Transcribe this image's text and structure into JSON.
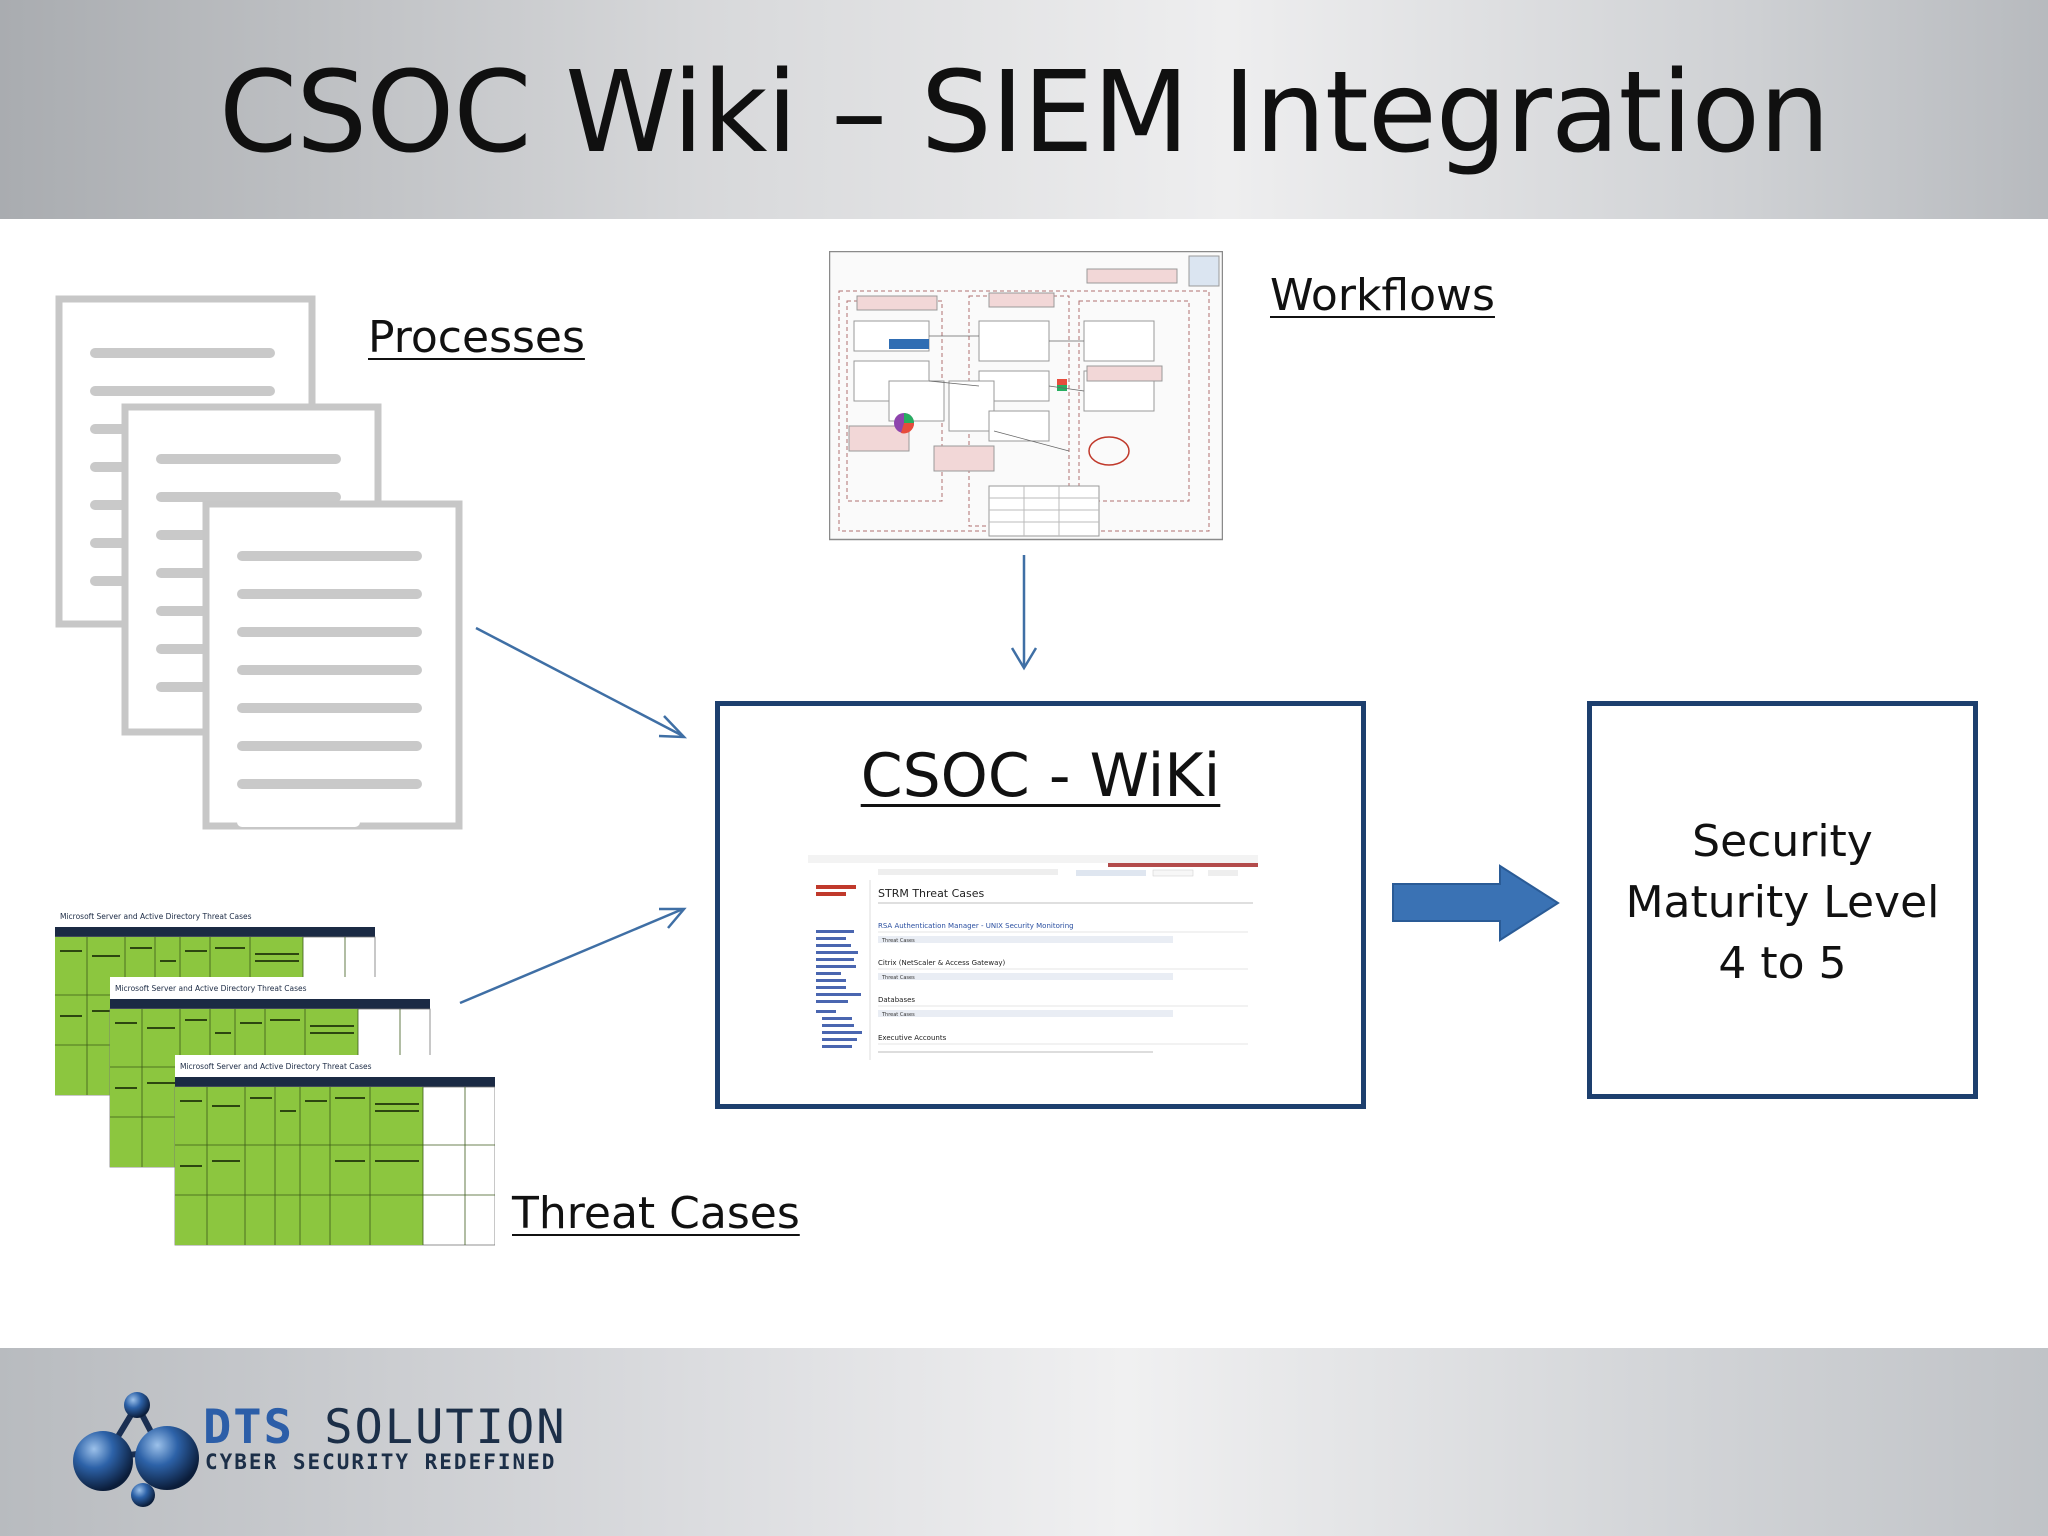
{
  "slide": {
    "title": "CSOC Wiki – SIEM Integration",
    "labels": {
      "processes": "Processes",
      "workflows": "Workflows",
      "threat_cases": "Threat Cases"
    },
    "wiki_box": {
      "title": "CSOC - WiKi",
      "screenshot": {
        "page_heading": "STRM Threat Cases",
        "section1": "RSA Authentication Manager - UNIX Security Monitoring",
        "section2": "Citrix (NetScaler & Access Gateway)",
        "section3": "Databases",
        "section4": "Executive Accounts",
        "row_label": "Threat Cases"
      }
    },
    "maturity_box": {
      "line1": "Security",
      "line2": "Maturity Level",
      "line3": "4 to 5"
    },
    "threat_sheet_title": "Microsoft Server and Active Directory Threat Cases",
    "logo": {
      "brand_dts": "DTS",
      "brand_solution": "SOLUTION",
      "tagline": "CYBER SECURITY REDEFINED"
    },
    "colors": {
      "box_border": "#1d3f6e",
      "arrow_line": "#3f6fa5",
      "big_arrow": "#3a72b4",
      "sheet_green": "#8cc63f",
      "sheet_header": "#1b2a44",
      "logo_dts": "#2c5ea8",
      "logo_solution": "#1c2f48"
    }
  }
}
